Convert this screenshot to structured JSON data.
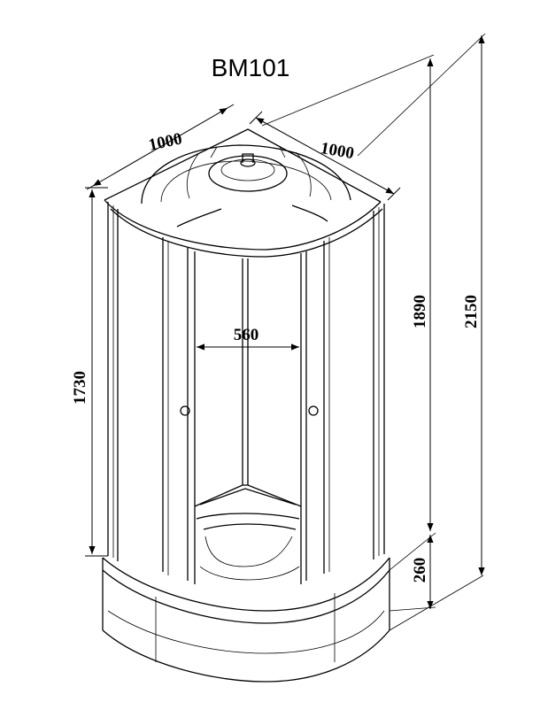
{
  "title": "BM101",
  "dimensions": {
    "width_left": "1000",
    "width_right": "1000",
    "door_width": "560",
    "glass_height": "1730",
    "cabin_height": "1890",
    "total_height": "2150",
    "tray_height": "260"
  }
}
